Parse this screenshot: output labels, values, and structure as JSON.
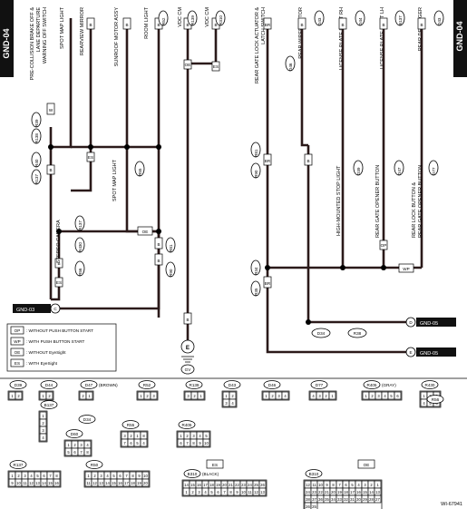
{
  "header": {
    "tab_left": "GND-04",
    "tab_right": "GND-04"
  },
  "drawing_id": "WI-67941",
  "components": {
    "pre_collision": "PRE-COLLISION BRAKE OFF & LANE DEPARTURE WARNING OFF SWITCH",
    "spot_map_light_top": "SPOT MAP LIGHT",
    "rearview_mirror": "REARVIEW MIRROR",
    "sunroof_motor": "SUNROOF MOTOR ASSY",
    "room_light": "ROOM LIGHT",
    "vdc_cm_1": "VDC CM",
    "vdc_cm_2": "VDC CM",
    "rear_gate_lock": "REAR GATE LOCK ACTUATOR & LATCH SWITCH",
    "rear_wiper_motor": "REAR WIPER MOTOR",
    "license_rh": "LICENSE PLATE LIGHT RH",
    "license_lh": "LICENSE PLATE LIGHT LH",
    "rear_defogger": "REAR DEFOGGER",
    "spot_map_light_mid": "SPOT MAP LIGHT",
    "stereo_camera": "STEREO CAMERA",
    "high_mounted": "HIGH-MOUNTED STOP LIGHT",
    "rear_gate_opener": "REAR GATE OPENER BUTTON",
    "rear_lock_button": "REAR LOCK BUTTON & REAR GATE OPENER BUTTON",
    "gv": "GV"
  },
  "connector_labels": {
    "i1": "i1",
    "d44": "D44",
    "d47": "D47",
    "r52": "R52",
    "r139": "R139",
    "r310": "R310",
    "d43": "D43",
    "d46": "D46",
    "r39": "R39",
    "r138": "R138",
    "r54": "R54",
    "r405": "R405",
    "r40": "R40",
    "d60": "D60",
    "r137": "R137",
    "r430": "R430",
    "r56": "R56",
    "r81": "R81",
    "r90": "R90",
    "r34": "R34",
    "r35": "R35",
    "r38": "R38",
    "d39": "D39",
    "d77": "D77",
    "r55": "R55",
    "d34": "D34",
    "r50": "R50",
    "r28": "R28",
    "r25": "R25",
    "b137": "B137",
    "r29": "R29",
    "r26": "R26",
    "r71": "R71"
  },
  "wire_codes": {
    "w": "W",
    "b": "B",
    "br": "BR",
    "l": "L",
    "sb": "SB",
    "g": "G",
    "y": "Y",
    "lg": "LG"
  },
  "options": {
    "oe": "OE",
    "es": "ES",
    "op": "OP",
    "wp": "WP"
  },
  "ground_refs": {
    "gnd03": "GND-03",
    "gnd05a": "GND-05",
    "gnd05b": "GND-05",
    "c": "C",
    "d": "D",
    "e_ref": "E",
    "e_mark": "E"
  },
  "legend": [
    {
      "code": "OP",
      "text": ": WITHOUT PUSH BUTTON START"
    },
    {
      "code": "WP",
      "text": ": WITH PUSH BUTTON START"
    },
    {
      "code": "OE",
      "text": ": WITHOUT EyeSight"
    },
    {
      "code": "ES",
      "text": ": WITH EyeSight"
    }
  ],
  "connectors": [
    {
      "id": "D39",
      "pins": [
        "1",
        "2"
      ]
    },
    {
      "id": "D44",
      "pins": [
        "1",
        "2"
      ]
    },
    {
      "id": "B137",
      "pins": [
        "1",
        "2",
        "3",
        "4"
      ]
    },
    {
      "id": "D47",
      "note": "(BROWN)",
      "pins": [
        "2",
        "1"
      ]
    },
    {
      "id": "R52",
      "pins": [
        "1",
        "2",
        "3"
      ]
    },
    {
      "id": "R139",
      "pins": [
        "3",
        "2",
        "1"
      ]
    },
    {
      "id": "D43",
      "pins": [
        "1",
        "2",
        "3",
        "4"
      ]
    },
    {
      "id": "D46",
      "pins": [
        "1",
        "2",
        "3",
        "4"
      ]
    },
    {
      "id": "D77",
      "pins": [
        "4",
        "3",
        "2",
        "1"
      ]
    },
    {
      "id": "R405",
      "note": "(GRAY)",
      "pins": [
        "1",
        "2",
        "3",
        "4",
        "5",
        "6"
      ]
    },
    {
      "id": "R430",
      "pins": [
        "1",
        "2",
        "3",
        "4",
        "5",
        "6"
      ]
    },
    {
      "id": "R56",
      "pins": []
    },
    {
      "id": "D34",
      "pins": []
    },
    {
      "id": "D60",
      "pins": [
        "1",
        "2",
        "3",
        "4",
        "5",
        "6",
        "7",
        "8"
      ]
    },
    {
      "id": "R55",
      "pins": [
        "3",
        "2",
        "1",
        "8",
        "7",
        "6",
        "5",
        "4"
      ]
    },
    {
      "id": "R405",
      "pins": [
        "1",
        "2",
        "3",
        "4",
        "5",
        "6",
        "7",
        "8",
        "9",
        "10"
      ]
    },
    {
      "id": "R137",
      "pins": [
        "1",
        "2",
        "3",
        "4",
        "5",
        "6",
        "7",
        "8",
        "9",
        "10",
        "11",
        "12",
        "13",
        "14",
        "15",
        "16"
      ]
    },
    {
      "id": "R50",
      "pins": [
        "1",
        "2",
        "3",
        "4",
        "5",
        "6",
        "7",
        "8",
        "9",
        "10",
        "11",
        "12",
        "13",
        "14",
        "15",
        "16",
        "17",
        "18",
        "19",
        "20"
      ]
    },
    {
      "id": "ES",
      "pins": []
    },
    {
      "id": "B310",
      "note": "(BLACK)",
      "pins": [
        "14",
        "15",
        "16",
        "17",
        "18",
        "19",
        "20",
        "21",
        "22",
        "23",
        "24",
        "25",
        "26",
        "1",
        "2",
        "3",
        "4",
        "5",
        "6",
        "7",
        "8",
        "9",
        "10",
        "11",
        "12",
        "13"
      ]
    },
    {
      "id": "OE",
      "pins": []
    },
    {
      "id": "B310",
      "pins": [
        "12",
        "11",
        "10",
        "9",
        "8",
        "7",
        "6",
        "5",
        "4",
        "3",
        "2",
        "1",
        "24",
        "23",
        "22",
        "21",
        "20",
        "19",
        "18",
        "17",
        "16",
        "15",
        "14",
        "13",
        "38",
        "37",
        "36",
        "35",
        "34",
        "33",
        "32",
        "31",
        "30",
        "29",
        "28",
        "27",
        "26",
        "25"
      ]
    }
  ],
  "connector_tags": {
    "es_tag": "ES",
    "b310_tag": "B310",
    "b310_note": "(BLACK)",
    "oe_tag": "OE",
    "b310_tag2": "B310"
  }
}
